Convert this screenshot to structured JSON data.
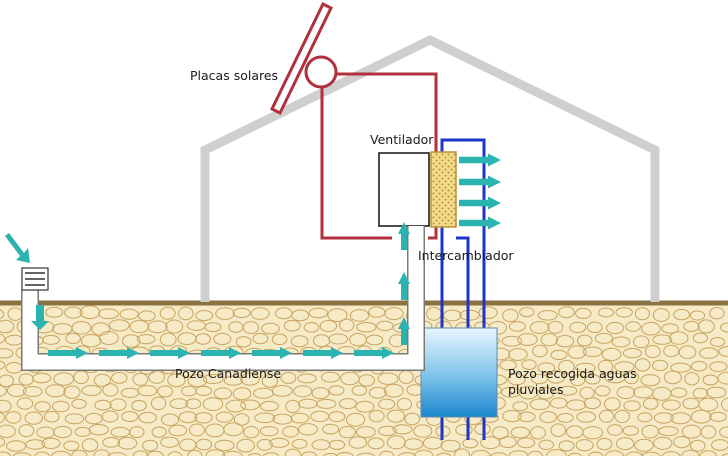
{
  "labels": {
    "solar_panels": "Placas solares",
    "fan": "Ventilador",
    "exchanger": "Intercambiador",
    "canadian_well": "Pozo Canadiense",
    "rain_tank_line1": "Pozo recogida aguas",
    "rain_tank_line2": "pluviales"
  },
  "colors": {
    "house_outline": "#cfcfcf",
    "solar_circuit": "#b0303c",
    "water_circuit": "#1f34c8",
    "air_arrow": "#2bb3b0",
    "soil": "#f7eac7",
    "stone_outline": "#c7a560",
    "ground_line": "#8a7340",
    "tank_top": "#e8f6fd",
    "tank_bottom": "#1a86cc",
    "exchanger_fill": "#f3dd8a"
  },
  "icons": {
    "air_flow": "arrow-right-icon",
    "inlet": "inlet-grille-icon"
  }
}
